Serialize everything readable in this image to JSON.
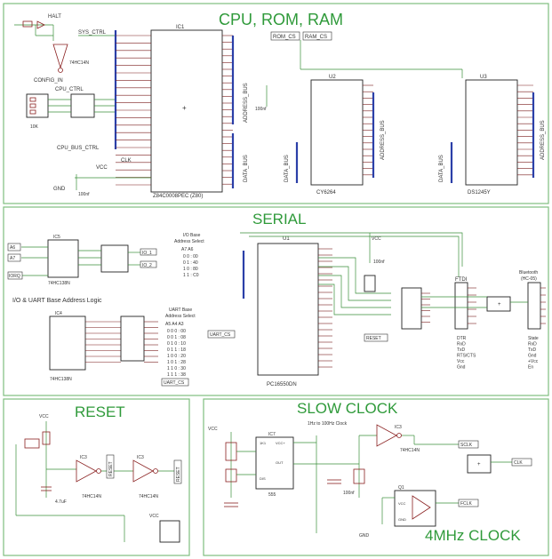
{
  "sections": {
    "cpu": "CPU, ROM, RAM",
    "serial": "SERIAL",
    "reset": "RESET",
    "slow_clock": "SLOW CLOCK",
    "fast_clock": "4MHz CLOCK"
  },
  "chips": {
    "cpu": {
      "ref": "IC1",
      "part": "Z84C0008PEC (Z80)"
    },
    "ram": {
      "ref": "U2",
      "part": "CY6264"
    },
    "rom": {
      "ref": "U3",
      "part": "DS1245Y"
    },
    "uart": {
      "ref": "U1",
      "part": "PC16550DN"
    },
    "dec1": {
      "ref": "IC5",
      "part": "74HC138N"
    },
    "dec2": {
      "ref": "IC4",
      "part": "74HC138N"
    },
    "inv_led": {
      "part": "74HC14N"
    },
    "inv_r1": {
      "ref": "IC3",
      "part": "74HC14N"
    },
    "inv_r2": {
      "ref": "IC3",
      "part": "74HC14N"
    },
    "inv_clk": {
      "ref": "IC3",
      "part": "74HC14N"
    },
    "timer": {
      "ref": "IC7",
      "part": "555"
    },
    "osc": {
      "ref": "Q1"
    }
  },
  "labels": {
    "halt": "HALT",
    "sys_ctrl": "SYS_CTRL",
    "config_in": "CONFIG_IN",
    "cpu_ctrl": "CPU_CTRL",
    "cpu_bus_ctrl": "CPU_BUS_CTRL",
    "clk": "CLK",
    "address_bus": "ADDRESS_BUS",
    "data_bus": "DATA_BUS",
    "rom_cs": "ROM_CS",
    "ram_cs": "RAM_CS",
    "io_title": "I/O & UART Base Address Logic",
    "io_base_select": "I/O Base\nAddress Select",
    "uart_base_select": "UART Base\nAddress Select",
    "bluetooth": "Bluetooth\n(HC-05)",
    "ftdi": "FTDI",
    "uart_cs": "UART_CS",
    "reset_sig": "RESET",
    "slow_caption": "1Hz to 100Hz Clock",
    "cap_100nf": "100nf",
    "gnd": "GND",
    "vcc": "VCC"
  },
  "io_table": {
    "header": "A7 A6",
    "rows": [
      [
        "0",
        "0",
        "00"
      ],
      [
        "0",
        "1",
        "40"
      ],
      [
        "1",
        "0",
        "80"
      ],
      [
        "1",
        "1",
        "C0"
      ]
    ]
  },
  "uart_table": {
    "header": "A5 A4 A3",
    "rows": [
      [
        "0",
        "0",
        "0",
        "00"
      ],
      [
        "0",
        "0",
        "1",
        "08"
      ],
      [
        "0",
        "1",
        "0",
        "10"
      ],
      [
        "0",
        "1",
        "1",
        "18"
      ],
      [
        "1",
        "0",
        "0",
        "20"
      ],
      [
        "1",
        "0",
        "1",
        "28"
      ],
      [
        "1",
        "1",
        "0",
        "30"
      ],
      [
        "1",
        "1",
        "1",
        "38"
      ]
    ]
  },
  "bt_pins": [
    "State",
    "RxD",
    "TxD",
    "Gnd",
    "+Vcc",
    "En"
  ],
  "ftdi_pins": [
    "DTR",
    "RxD",
    "TxD",
    "RTS/CTS",
    "Vcc",
    "Gnd"
  ]
}
